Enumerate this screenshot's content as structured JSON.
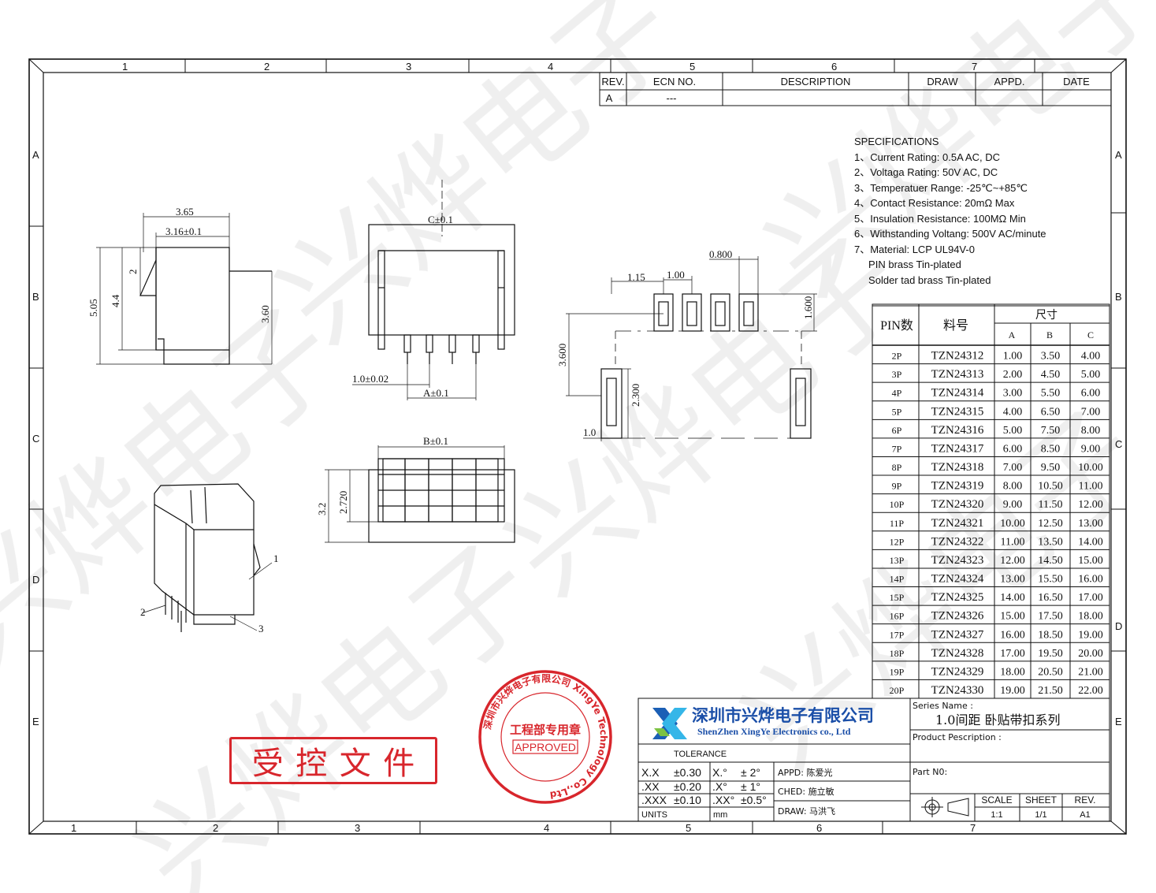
{
  "frame": {
    "top_zones": [
      "1",
      "2",
      "3",
      "4",
      "5",
      "6",
      "7"
    ],
    "bottom_zones": [
      "1",
      "2",
      "3",
      "4",
      "5",
      "6",
      "7"
    ],
    "side_zones": [
      "A",
      "B",
      "C",
      "D",
      "E"
    ]
  },
  "revision_table": {
    "headers": [
      "REV.",
      "ECN  NO.",
      "DESCRIPTION",
      "DRAW",
      "APPD.",
      "DATE"
    ],
    "row": [
      "A",
      "---",
      "",
      "",
      "",
      ""
    ]
  },
  "specifications": {
    "title": "SPECIFICATIONS",
    "lines": [
      "1、Current Rating:  0.5A AC, DC",
      "2、Voltaga Rating:  50V AC, DC",
      "3、Temperatuer Range:  -25℃~+85℃",
      "4、Contact Resistance:  20mΩ  Max",
      "5、Insulation Resistance:  100MΩ  Min",
      "6、Withstanding Voltang:  500V  AC/minute",
      "7、Material:  LCP UL94V-0",
      "     PIN brass Tin-plated",
      "     Solder tad brass Tin-plated"
    ]
  },
  "pin_table": {
    "header_pin": "PIN数",
    "header_part": "料号",
    "header_dim": "尺寸",
    "sub_headers": [
      "A",
      "B",
      "C"
    ],
    "rows": [
      [
        "2P",
        "TZN24312",
        "1.00",
        "3.50",
        "4.00"
      ],
      [
        "3P",
        "TZN24313",
        "2.00",
        "4.50",
        "5.00"
      ],
      [
        "4P",
        "TZN24314",
        "3.00",
        "5.50",
        "6.00"
      ],
      [
        "5P",
        "TZN24315",
        "4.00",
        "6.50",
        "7.00"
      ],
      [
        "6P",
        "TZN24316",
        "5.00",
        "7.50",
        "8.00"
      ],
      [
        "7P",
        "TZN24317",
        "6.00",
        "8.50",
        "9.00"
      ],
      [
        "8P",
        "TZN24318",
        "7.00",
        "9.50",
        "10.00"
      ],
      [
        "9P",
        "TZN24319",
        "8.00",
        "10.50",
        "11.00"
      ],
      [
        "10P",
        "TZN24320",
        "9.00",
        "11.50",
        "12.00"
      ],
      [
        "11P",
        "TZN24321",
        "10.00",
        "12.50",
        "13.00"
      ],
      [
        "12P",
        "TZN24322",
        "11.00",
        "13.50",
        "14.00"
      ],
      [
        "13P",
        "TZN24323",
        "12.00",
        "14.50",
        "15.00"
      ],
      [
        "14P",
        "TZN24324",
        "13.00",
        "15.50",
        "16.00"
      ],
      [
        "15P",
        "TZN24325",
        "14.00",
        "16.50",
        "17.00"
      ],
      [
        "16P",
        "TZN24326",
        "15.00",
        "17.50",
        "18.00"
      ],
      [
        "17P",
        "TZN24327",
        "16.00",
        "18.50",
        "19.00"
      ],
      [
        "18P",
        "TZN24328",
        "17.00",
        "19.50",
        "20.00"
      ],
      [
        "19P",
        "TZN24329",
        "18.00",
        "20.50",
        "21.00"
      ],
      [
        "20P",
        "TZN24330",
        "19.00",
        "21.50",
        "22.00"
      ]
    ]
  },
  "dimensions": {
    "side": [
      "3.65",
      "3.16±0.1",
      "5.05",
      "4.4",
      "2",
      "3.60"
    ],
    "front": [
      "C±0.1",
      "1.0±0.02",
      "A±0.1"
    ],
    "bottom": [
      "B±0.1",
      "3.2",
      "2.720"
    ],
    "footprint": [
      "0.800",
      "1.15",
      "1.00",
      "1.600",
      "3.600",
      "2.300",
      "1.0"
    ],
    "callouts": [
      "1",
      "2",
      "3"
    ]
  },
  "title_block": {
    "company_cn": "深圳市兴烨电子有限公司",
    "company_en": "ShenZhen XingYe Electronics co., Ltd",
    "tolerance_label": "TOLERANCE",
    "tolerances": [
      [
        "X.X",
        "±0.30",
        "X.°",
        "±  2°"
      ],
      [
        ".XX",
        "±0.20",
        ".X°",
        "±  1°"
      ],
      [
        ".XXX",
        "±0.10",
        ".XX°",
        "±0.5°"
      ]
    ],
    "units_label": "UNITS",
    "units_value": "mm",
    "appd": "APPD:  陈爱光",
    "ched": "CHED:  施立敏",
    "draw": "DRAW:  马洪飞",
    "series_label": "Series Name :",
    "series_value": "1.0间距  卧贴带扣系列",
    "product_label": "Product Pescription :",
    "part_label": "Part N0:",
    "scale_label": "SCALE",
    "scale_value": "1:1",
    "sheet_label": "SHEET",
    "sheet_value": "1/1",
    "rev_label": "REV.",
    "rev_value": "A1"
  },
  "seal": {
    "ring_text": "深圳市兴烨电子有限公司 XingYe Technology Co.,Ltd",
    "center_text": "工程部专用章",
    "approved": "APPROVED"
  },
  "controlled_stamp": [
    "受",
    "控",
    "文",
    "件"
  ],
  "watermark": "兴烨电子",
  "colors": {
    "line": "#111111",
    "stamp_red": "#d8262c",
    "logo_blue": "#1b5fb5",
    "logo_cyan": "#35b6e8",
    "logo_green": "#7cc242",
    "text_blue": "#1b4fa8",
    "watermark": "#e7e7e7"
  }
}
